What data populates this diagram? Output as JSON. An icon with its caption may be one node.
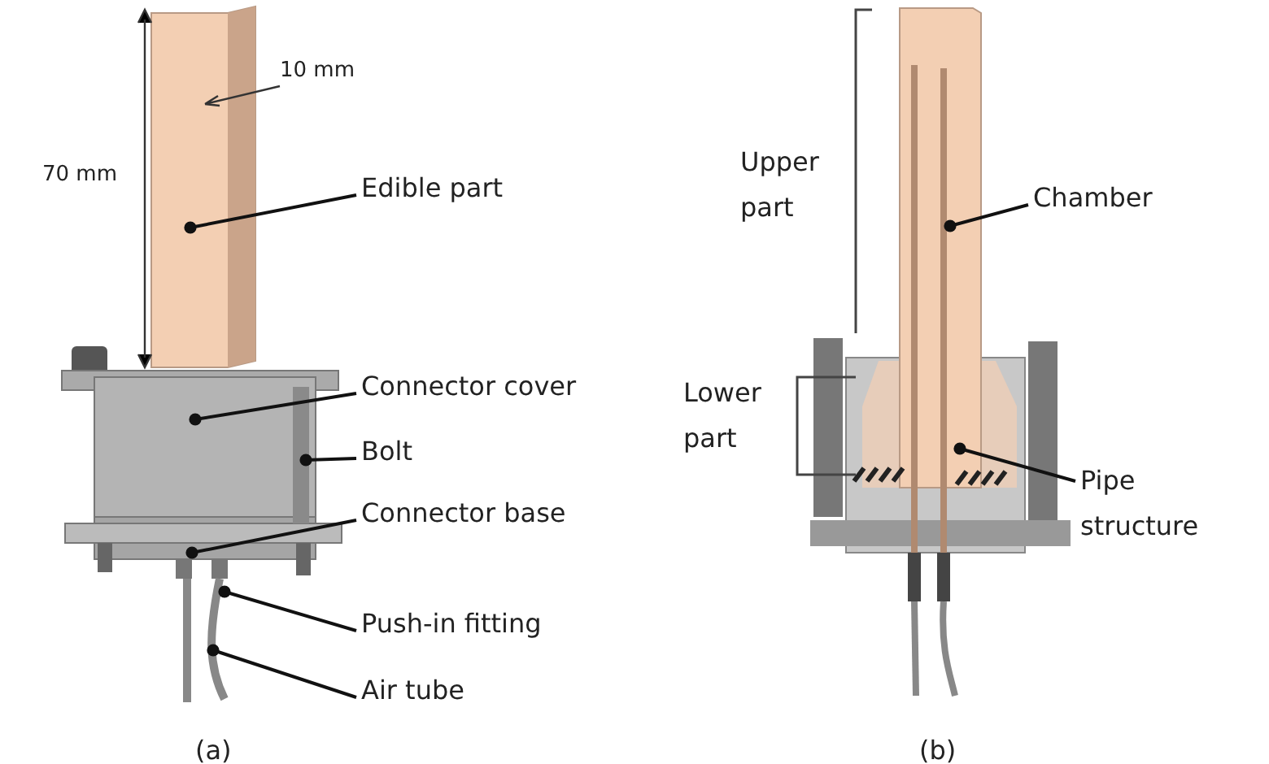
{
  "diagram": {
    "nodes": [
      {
        "text": [
          "Edible part"
        ]
      },
      {
        "text": [
          "Connector cover"
        ]
      },
      {
        "text": [
          "Bolt"
        ]
      },
      {
        "text": [
          "Connector base"
        ]
      },
      {
        "text": [
          "Push-in fitting"
        ]
      },
      {
        "text": [
          "Air tube"
        ]
      },
      {
        "text": [
          "Chamber"
        ]
      },
      {
        "text": [
          "Pipe structure"
        ]
      }
    ],
    "edges": [
      {
        "from": 0,
        "to": null,
        "arrow": "other"
      },
      {
        "from": 1,
        "to": null,
        "arrow": "other"
      },
      {
        "from": 2,
        "to": null,
        "arrow": "other"
      },
      {
        "from": 3,
        "to": null,
        "arrow": "other"
      },
      {
        "from": 4,
        "to": null,
        "arrow": "other"
      },
      {
        "from": 5,
        "to": null,
        "arrow": "other"
      },
      {
        "from": 6,
        "to": null,
        "arrow": "other"
      },
      {
        "from": 7,
        "to": null,
        "arrow": "other"
      }
    ],
    "labels": [
      "10 mm",
      "70 mm",
      "Upper part",
      "Lower part",
      "(a)",
      "(b)"
    ]
  }
}
